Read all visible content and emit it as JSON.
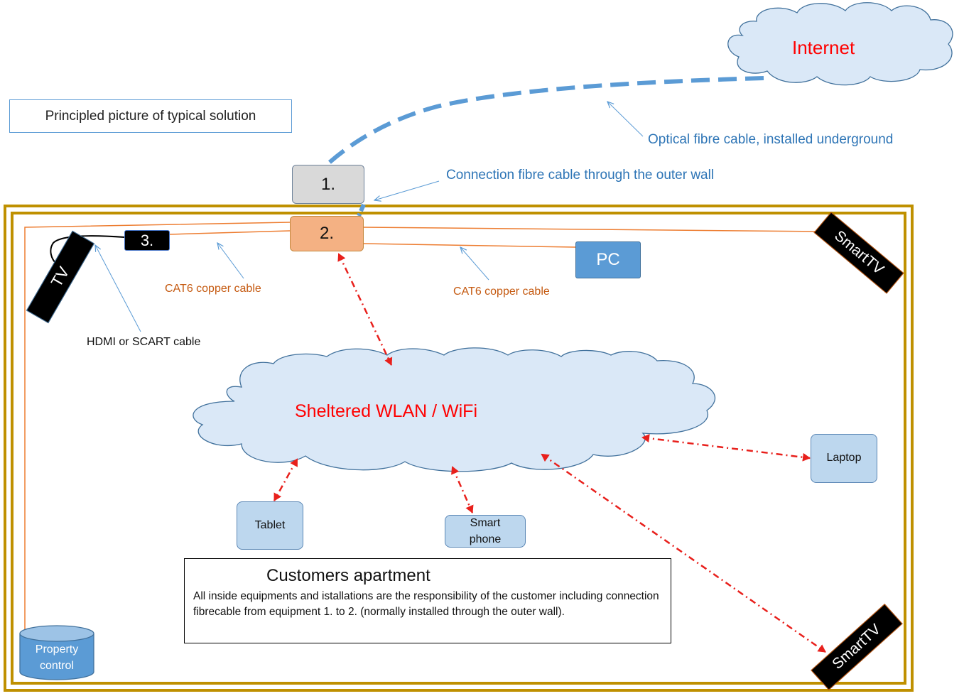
{
  "title": "Principled picture of typical solution",
  "internet": "Internet",
  "wlan": "Sheltered WLAN / WiFi",
  "equipment": {
    "eq1": "1.",
    "eq2": "2.",
    "eq3": "3.",
    "pc": "PC",
    "tv": "TV",
    "smarttv_top": "SmartTV",
    "smarttv_bottom": "SmartTV",
    "laptop": "Laptop",
    "tablet": "Tablet",
    "smartphone": "Smart phone",
    "property_control": "Property control"
  },
  "labels": {
    "optical_fibre": "Optical fibre cable, installed underground",
    "connection_fibre": "Connection fibre cable through the outer wall",
    "cat6_left": "CAT6 copper cable",
    "cat6_right": "CAT6 copper cable",
    "hdmi": "HDMI or SCART cable"
  },
  "apartment": {
    "title": "Customers apartment",
    "body": "All inside equipments and istallations are the responsibility of the customer including connection fibrecable from equipment 1. to 2. (normally installed through the outer wall)."
  },
  "colors": {
    "fibre": "#5b9bd5",
    "copper": "#ed7d31",
    "wifi_link": "#e8201c",
    "wall": "#bf9000",
    "cloud_fill": "#dae8f7"
  }
}
